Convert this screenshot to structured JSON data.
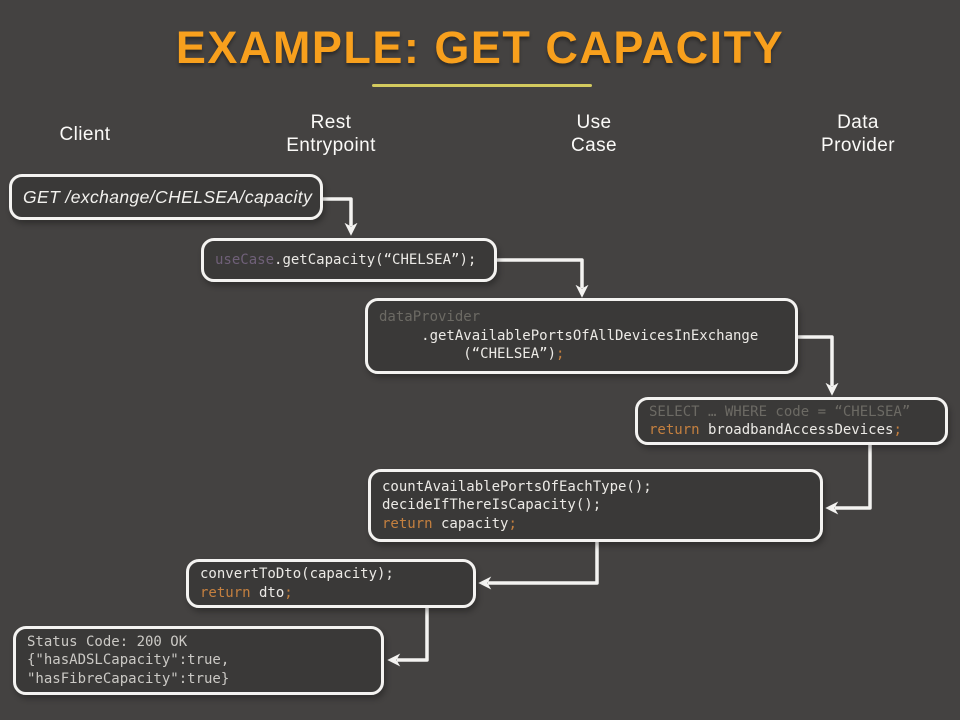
{
  "title": "EXAMPLE: GET CAPACITY",
  "lanes": [
    {
      "label": "Client"
    },
    {
      "label": "Rest\nEntrypoint"
    },
    {
      "label": "Use\nCase"
    },
    {
      "label": "Data\nProvider"
    }
  ],
  "boxes": {
    "request": {
      "text": "GET /exchange/CHELSEA/capacity"
    },
    "use_case_call": {
      "object_ref": "useCase",
      "call": ".getCapacity(“CHELSEA”);"
    },
    "data_provider_call": {
      "object_ref": "dataProvider",
      "call": "     .getAvailablePortsOfAllDevicesInExchange",
      "args": "          (“CHELSEA”)",
      "semicolon": ";"
    },
    "sql": {
      "query": "SELECT … WHERE code = “CHELSEA”",
      "keyword": "return",
      "value": " broadbandAccessDevices",
      "semicolon": ";"
    },
    "use_case_logic": {
      "line1": "countAvailablePortsOfEachType();",
      "line2": "decideIfThereIsCapacity();",
      "keyword": "return",
      "value": " capacity",
      "semicolon": ";"
    },
    "convert": {
      "line1": "convertToDto(capacity);",
      "keyword": "return",
      "value": " dto",
      "semicolon": ";"
    },
    "response": {
      "line1": "Status Code: 200 OK",
      "line2": "{\"hasADSLCapacity\":true,",
      "line3": "\"hasFibreCapacity\":true}"
    }
  },
  "connectors": [
    {
      "from": "request",
      "to": "use_case_call"
    },
    {
      "from": "use_case_call",
      "to": "data_provider_call"
    },
    {
      "from": "data_provider_call",
      "to": "sql"
    },
    {
      "from": "sql",
      "to": "use_case_logic"
    },
    {
      "from": "use_case_logic",
      "to": "convert"
    },
    {
      "from": "convert",
      "to": "response"
    }
  ],
  "colors": {
    "background": "#444241",
    "box_fill": "#3a3938",
    "box_border": "#f4f3f1",
    "title_orange": "#f8a01d",
    "underline_yellow": "#d3ca5e",
    "code_text": "#eceae6",
    "muted_gray": "#6c6a64",
    "muted_purple": "#6f6078",
    "keyword_orange": "#c5803f",
    "response_text": "#cbc9c5"
  }
}
